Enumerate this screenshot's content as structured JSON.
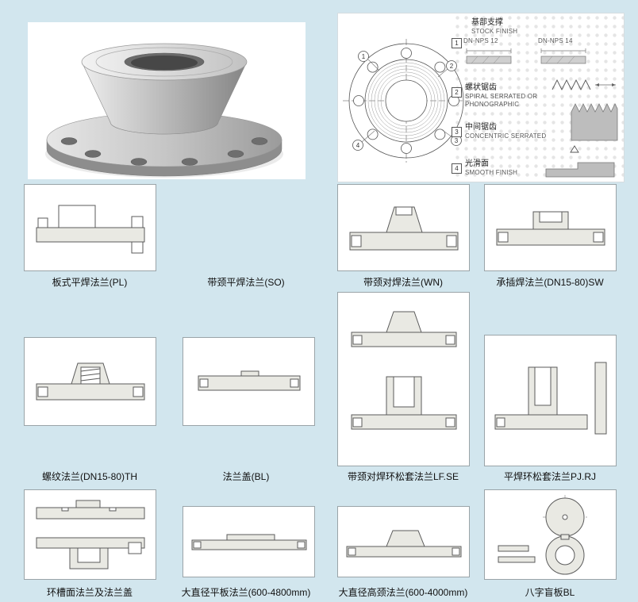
{
  "page": {
    "background": "#d2e6ee"
  },
  "diagram": {
    "stock_cn": "基部支撑",
    "stock_en": "STOCK FINISH",
    "dn12": "DN-NPS  12",
    "dn14": "DN-NPS  14",
    "spiral_cn": "螺状锯齿",
    "spiral_en1": "SPIRAL SERRATED OR",
    "spiral_en2": "PHONOGRAPHIC",
    "conc_cn": "中间锯齿",
    "conc_en": "CONCENTRIC SERRATED",
    "smooth_cn": "光滑面",
    "smooth_en": "SMOOTH FINISH",
    "callouts": {
      "c1": "1",
      "c2": "2",
      "c3": "3",
      "c4": "4"
    }
  },
  "products": [
    {
      "label": "板式平焊法兰(PL)"
    },
    {
      "label": "带颈平焊法兰(SO)"
    },
    {
      "label": "带颈对焊法兰(WN)"
    },
    {
      "label": "承插焊法兰(DN15-80)SW"
    },
    {
      "label": "螺纹法兰(DN15-80)TH"
    },
    {
      "label": "法兰盖(BL)"
    },
    {
      "label": "带颈对焊环松套法兰LF.SE"
    },
    {
      "label": "平焊环松套法兰PJ.RJ"
    },
    {
      "label": "环槽面法兰及法兰盖"
    },
    {
      "label": "大直径平板法兰(600-4800mm)"
    },
    {
      "label": "大直径高颈法兰(600-4000mm)"
    },
    {
      "label": "八字盲板BL"
    }
  ]
}
